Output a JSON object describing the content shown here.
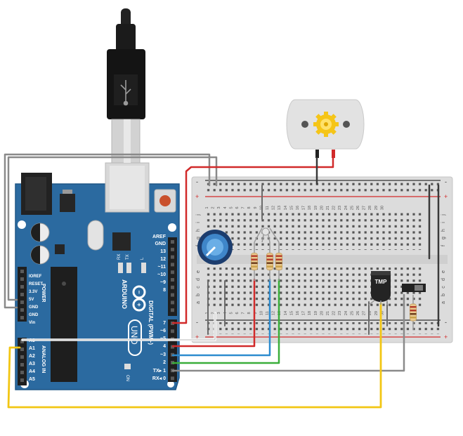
{
  "board": {
    "brand": "ARDUINO",
    "model": "UNO",
    "labels": {
      "aref": "AREF",
      "gnd": "GND",
      "p13": "13",
      "p12": "12",
      "p11": "~11",
      "p10": "~10",
      "p9": "~9",
      "p8": "8",
      "p7": "7",
      "p6": "~6",
      "p5": "~5",
      "p4": "4",
      "p3": "~3",
      "p2": "2",
      "p1": "TX▸ 1",
      "p0": "RX◂ 0",
      "digital": "DIGITAL (PWM~)",
      "ioref": "IOREF",
      "reset": "RESET",
      "v33": "3.3V",
      "v5": "5V",
      "gnd1": "GND",
      "gnd2": "GND",
      "vin": "Vin",
      "power": "POWER",
      "a0": "A0",
      "a1": "A1",
      "a2": "A2",
      "a3": "A3",
      "a4": "A4",
      "a5": "A5",
      "analog": "ANALOG IN",
      "rx": "RX",
      "tx": "TX",
      "l": "L",
      "on": "ON"
    }
  },
  "breadboard": {
    "columns": [
      "1",
      "2",
      "3",
      "4",
      "5",
      "6",
      "7",
      "8",
      "9",
      "10",
      "11",
      "12",
      "13",
      "14",
      "15",
      "16",
      "17",
      "18",
      "19",
      "20",
      "21",
      "22",
      "23",
      "24",
      "25",
      "26",
      "27",
      "28",
      "29",
      "30"
    ],
    "rows_top": [
      "j",
      "i",
      "h",
      "g",
      "f"
    ],
    "rows_bottom": [
      "e",
      "d",
      "c",
      "b",
      "a"
    ],
    "plus": "+",
    "minus": "-"
  },
  "sensor": {
    "label": "TMP"
  },
  "colors": {
    "board": "#2b6aa0",
    "board_edge": "#1f5686",
    "breadboard": "#dedede",
    "rail_red": "#d32a2a",
    "rail_dark": "#333333",
    "wire_red": "#d12a2a",
    "wire_blue": "#2d8ccf",
    "wire_green": "#3aae3a",
    "wire_yellow": "#f2c614",
    "wire_gray": "#8a8a8a",
    "wire_white": "#ffffff",
    "wire_black": "#3a3a3a",
    "motor_gear": "#f5c518"
  }
}
